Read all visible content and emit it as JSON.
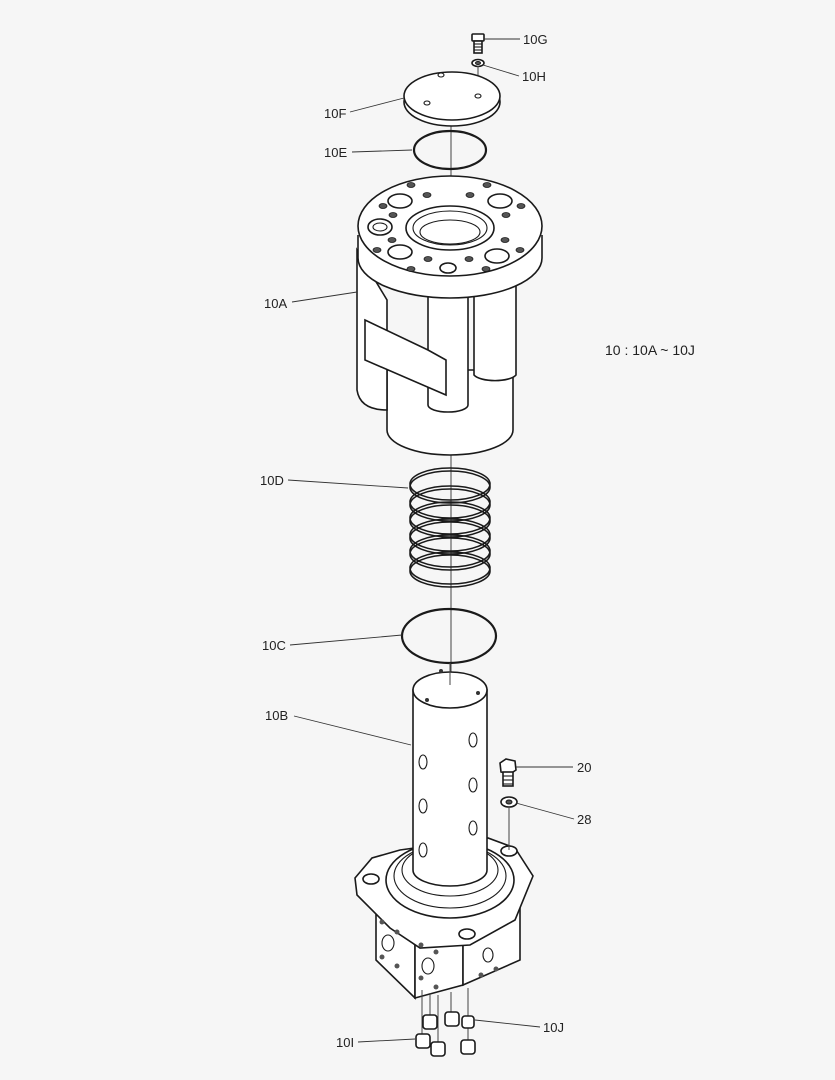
{
  "diagram": {
    "type": "exploded-parts-view",
    "legend": "10 : 10A ~ 10J",
    "parts": [
      {
        "id": "10G",
        "label": "10G",
        "description": "small cap screw"
      },
      {
        "id": "10H",
        "label": "10H",
        "description": "washer"
      },
      {
        "id": "10F",
        "label": "10F",
        "description": "cover plate"
      },
      {
        "id": "10E",
        "label": "10E",
        "description": "o-ring"
      },
      {
        "id": "10A",
        "label": "10A",
        "description": "housing / hub body"
      },
      {
        "id": "10D",
        "label": "10D",
        "description": "seal ring stack"
      },
      {
        "id": "10C",
        "label": "10C",
        "description": "o-ring"
      },
      {
        "id": "10B",
        "label": "10B",
        "description": "shaft / spindle with flange base"
      },
      {
        "id": "20",
        "label": "20",
        "description": "bolt"
      },
      {
        "id": "28",
        "label": "28",
        "description": "washer"
      },
      {
        "id": "10I",
        "label": "10I",
        "description": "plug"
      },
      {
        "id": "10J",
        "label": "10J",
        "description": "plug"
      }
    ]
  }
}
